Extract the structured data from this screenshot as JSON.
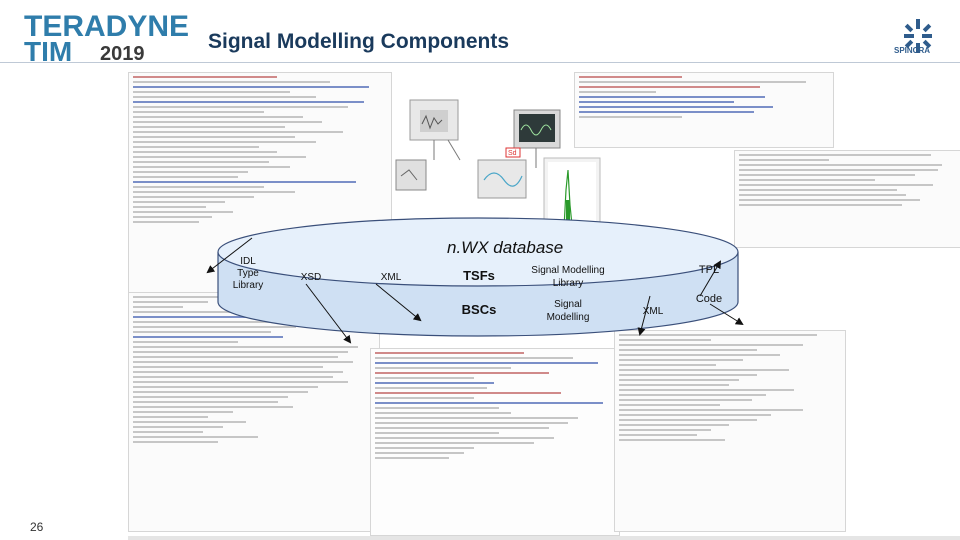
{
  "header": {
    "logo_line1": "TERADYNE",
    "logo_line2": "TIM",
    "logo_year": "2019",
    "title": "Signal Modelling Components",
    "partner_logo": "SPINCRA"
  },
  "database": {
    "title": "n.WX database",
    "items": [
      {
        "id": "idl",
        "label": "IDL\nType\nLibrary"
      },
      {
        "id": "xsd",
        "label": "XSD"
      },
      {
        "id": "xml1",
        "label": "XML"
      },
      {
        "id": "tsfs",
        "label": "TSFs"
      },
      {
        "id": "sml",
        "label": "Signal Modelling\nLibrary"
      },
      {
        "id": "bscs",
        "label": "BSCs"
      },
      {
        "id": "sm",
        "label": "Signal\nModelling"
      },
      {
        "id": "xml2",
        "label": "XML"
      },
      {
        "id": "tpl",
        "label": "TPL"
      },
      {
        "id": "code",
        "label": "Code"
      }
    ]
  },
  "diagram": {
    "signal_box_label": "Sd"
  },
  "footer": {
    "page_number": "26"
  },
  "colors": {
    "brand_blue": "#2f7dab",
    "cylinder_fill": "#cfe0f3",
    "cylinder_top": "#e6f0fb",
    "cylinder_stroke": "#3a4f7a",
    "arrow": "#111111"
  }
}
